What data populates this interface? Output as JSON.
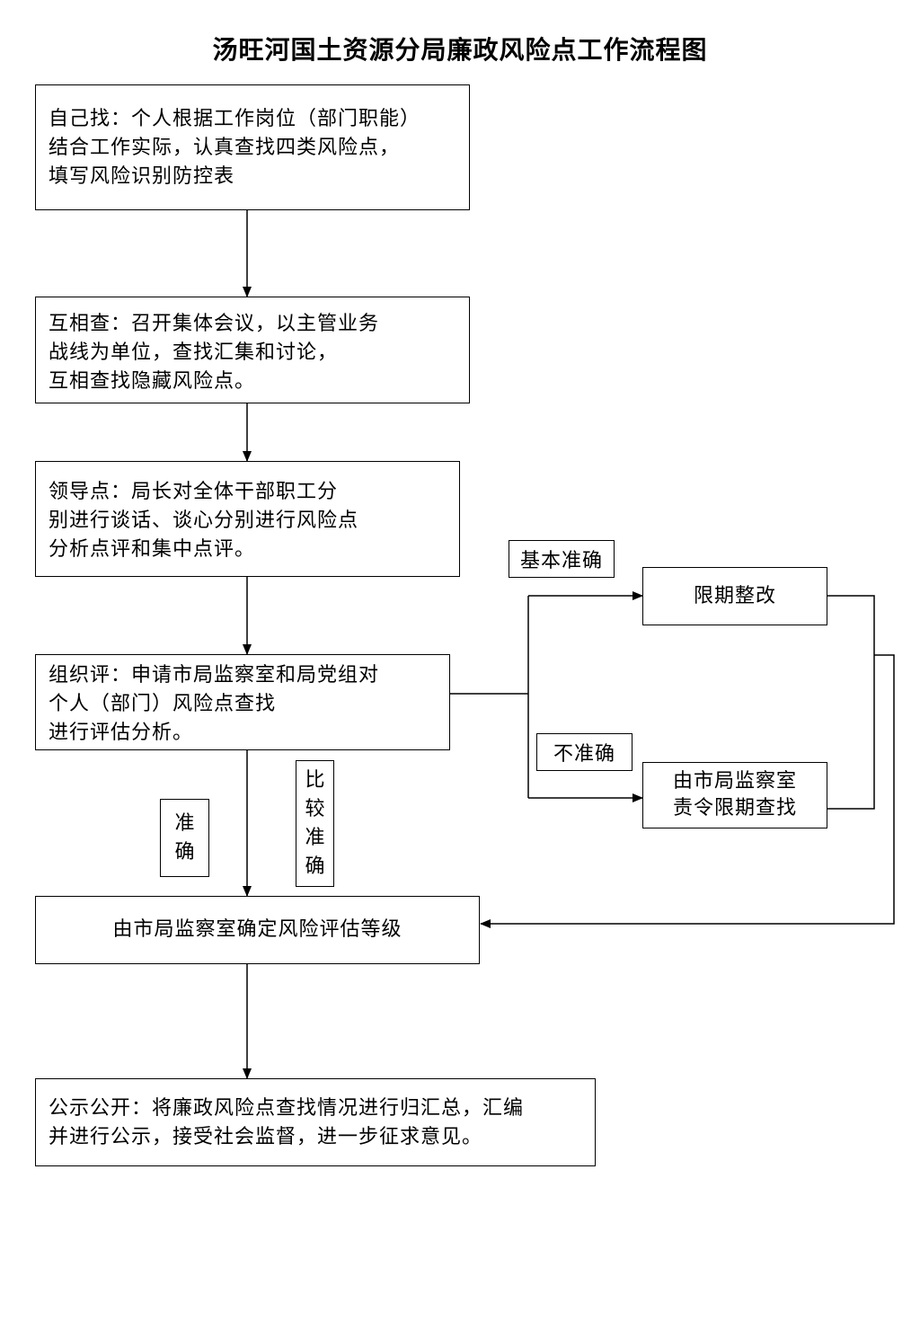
{
  "title": "汤旺河国土资源分局廉政风险点工作流程图",
  "boxes": {
    "self_find": [
      "自己找：个人根据工作岗位（部门职能）",
      "结合工作实际，认真查找四类风险点，",
      "填写风险识别防控表"
    ],
    "mutual_check": [
      "互相查：召开集体会议，以主管业务",
      "战线为单位，查找汇集和讨论，",
      "互相查找隐藏风险点。"
    ],
    "leader_point": [
      "领导点：局长对全体干部职工分",
      "别进行谈话、谈心分别进行风险点",
      "分析点评和集中点评。"
    ],
    "org_review": [
      "组织评：申请市局监察室和局党组对",
      "个人（部门）风险点查找",
      "进行评估分析。"
    ],
    "determine_level": "由市局监察室确定风险评估等级",
    "publicize": [
      "公示公开：将廉政风险点查找情况进行归汇总，汇编",
      "并进行公示，接受社会监督，进一步征求意见。"
    ],
    "rectify_deadline": "限期整改",
    "ordered_check": [
      "由市局监察室",
      "责令限期查找"
    ]
  },
  "labels": {
    "basically_accurate": "基本准确",
    "inaccurate": "不准确",
    "accurate": [
      "准",
      "确"
    ],
    "fairly_accurate": [
      "比",
      "较",
      "准",
      "确"
    ]
  }
}
